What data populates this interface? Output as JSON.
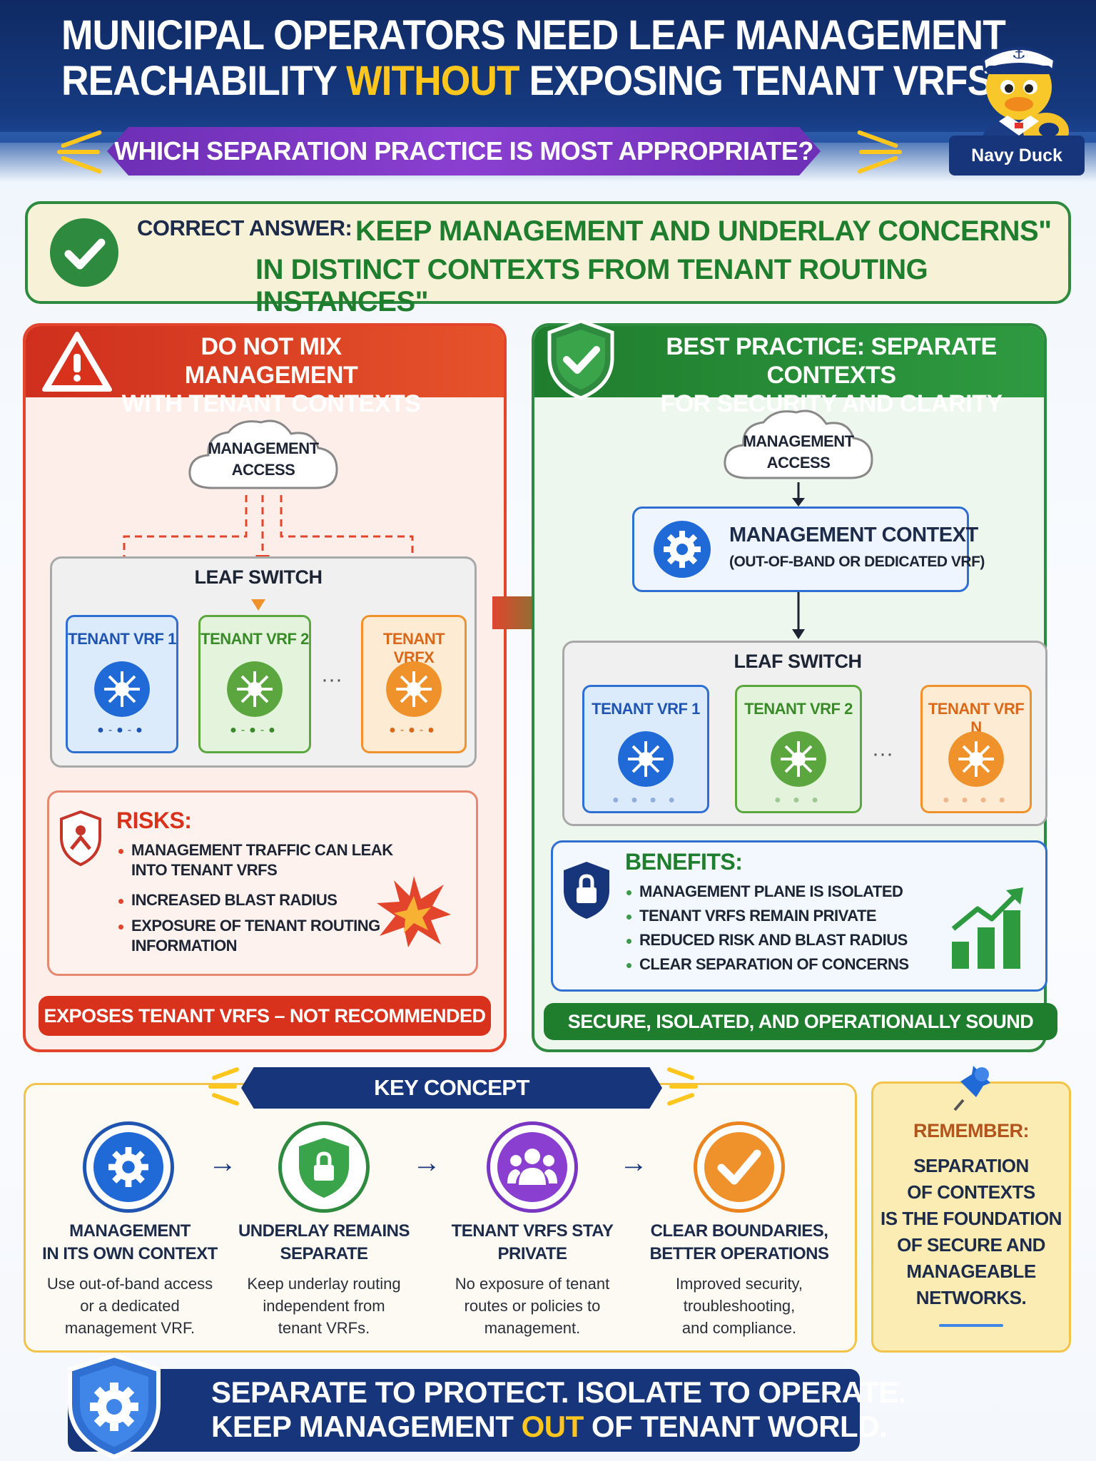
{
  "header": {
    "title_line1": "MUNICIPAL OPERATORS NEED LEAF MANAGEMENT",
    "title_line2_pre": "REACHABILITY ",
    "title_line2_highlight": "WITHOUT",
    "title_line2_post": " EXPOSING TENANT VRFS.",
    "question": "WHICH SEPARATION PRACTICE IS MOST APPROPRIATE?",
    "mascot_label": "Navy Duck"
  },
  "answer": {
    "label": "CORRECT ANSWER:",
    "line1": "KEEP MANAGEMENT AND UNDERLAY CONCERNS\"",
    "line2": "IN DISTINCT CONTEXTS FROM TENANT ROUTING INSTANCES\""
  },
  "bad_panel": {
    "title_line1": "DO NOT MIX MANAGEMENT",
    "title_line2": "WITH TENANT CONTEXTS",
    "cloud_line1": "MANAGEMENT",
    "cloud_line2": "ACCESS",
    "leaf_title": "LEAF SWITCH",
    "vrfs": [
      "TENANT VRF 1",
      "TENANT VRF 2",
      "TENANT VRFX"
    ],
    "risks_title": "RISKS:",
    "risks": [
      {
        "l1": "MANAGEMENT TRAFFIC CAN LEAK",
        "l2": "INTO TENANT VRFS"
      },
      {
        "l1": "INCREASED BLAST RADIUS",
        "l2": ""
      },
      {
        "l1": "EXPOSURE OF TENANT ROUTING",
        "l2": "INFORMATION"
      }
    ],
    "footer": "EXPOSES TENANT VRFS – NOT RECOMMENDED"
  },
  "good_panel": {
    "title_line1": "BEST PRACTICE: SEPARATE CONTEXTS",
    "title_line2": "FOR SECURITY AND CLARITY",
    "cloud_line1": "MANAGEMENT",
    "cloud_line2": "ACCESS",
    "context_title": "MANAGEMENT CONTEXT",
    "context_sub": "(OUT-OF-BAND OR DEDICATED VRF)",
    "leaf_title": "LEAF SWITCH",
    "vrfs": [
      "TENANT VRF 1",
      "TENANT VRF 2",
      "TENANT VRF N"
    ],
    "benefits_title": "BENEFITS:",
    "benefits": [
      "MANAGEMENT PLANE IS ISOLATED",
      "TENANT VRFS REMAIN PRIVATE",
      "REDUCED RISK AND BLAST RADIUS",
      "CLEAR SEPARATION OF CONCERNS"
    ],
    "footer": "SECURE, ISOLATED, AND OPERATIONALLY SOUND"
  },
  "key_concept": {
    "title": "KEY CONCEPT",
    "steps": [
      {
        "t1": "MANAGEMENT",
        "t2": "IN ITS OWN CONTEXT",
        "d1": "Use out-of-band access",
        "d2": "or a dedicated",
        "d3": "management VRF."
      },
      {
        "t1": "UNDERLAY REMAINS",
        "t2": "SEPARATE",
        "d1": "Keep underlay routing",
        "d2": "independent from",
        "d3": "tenant VRFs."
      },
      {
        "t1": "TENANT VRFS STAY",
        "t2": "PRIVATE",
        "d1": "No exposure of tenant",
        "d2": "routes or policies to",
        "d3": "management."
      },
      {
        "t1": "CLEAR BOUNDARIES,",
        "t2": "BETTER OPERATIONS",
        "d1": "Improved security,",
        "d2": "troubleshooting,",
        "d3": "and compliance."
      }
    ]
  },
  "remember": {
    "title": "REMEMBER:",
    "lines": [
      "SEPARATION",
      "OF CONTEXTS",
      "IS THE FOUNDATION",
      "OF SECURE AND",
      "MANAGEABLE",
      "NETWORKS."
    ]
  },
  "footer": {
    "line1": "SEPARATE TO PROTECT. ISOLATE TO OPERATE.",
    "line2_pre": "KEEP MANAGEMENT ",
    "line2_highlight": "OUT",
    "line2_post": " OF TENANT WORLD."
  },
  "colors": {
    "navy": "#17357a",
    "red": "#d8321c",
    "green": "#1f7d2e",
    "yellow": "#ffc61e",
    "purple": "#7a35c2",
    "blue": "#2f6fd1",
    "orange": "#f0922b"
  },
  "icons": {
    "answer": "check-circle-icon",
    "bad_header": "warning-triangle-icon",
    "good_header": "shield-check-icon",
    "risks": "shield-alert-icon",
    "benefits": "lock-shield-icon",
    "context": "gear-icon",
    "vrf": "network-hub-icon",
    "key_concept": [
      "gear-icon",
      "shield-lock-icon",
      "users-icon",
      "check-icon"
    ],
    "remember": "pushpin-icon",
    "footer": "shield-gear-icon"
  }
}
